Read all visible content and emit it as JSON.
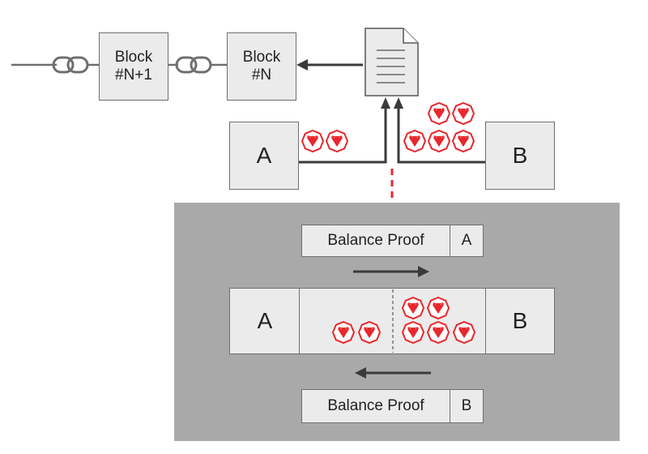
{
  "chain": {
    "block_next": "Block\n#N+1",
    "block_current": "Block\n#N"
  },
  "on_chain": {
    "party_a": "A",
    "party_b": "B"
  },
  "channel": {
    "party_a": "A",
    "party_b": "B"
  },
  "balance_proof_a": {
    "label": "Balance Proof",
    "signer": "A"
  },
  "balance_proof_b": {
    "label": "Balance Proof",
    "signer": "B"
  },
  "colors": {
    "token": "#e8272c",
    "panel": "#a9a9a9",
    "box": "#ebebeb",
    "line": "#3a3a3a"
  },
  "icons": [
    "chain-link-icon",
    "document-icon",
    "token-icon"
  ]
}
